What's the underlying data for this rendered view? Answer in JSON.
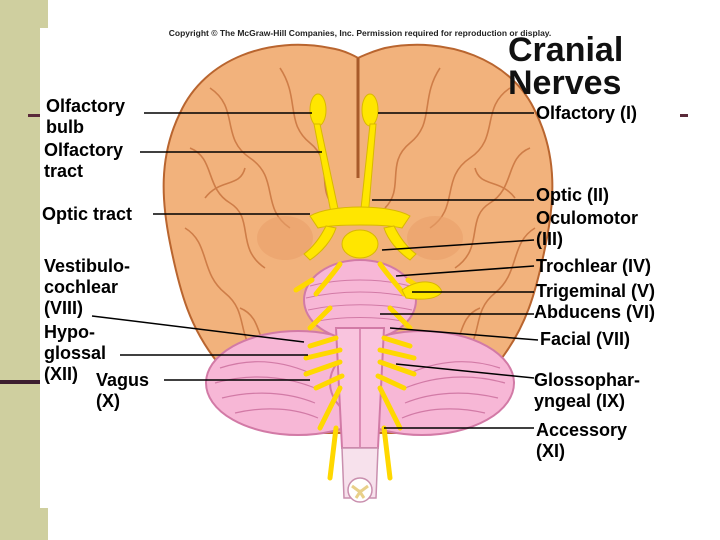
{
  "copyright": "Copyright © The McGraw-Hill Companies, Inc. Permission required for reproduction or display.",
  "title": "Cranial\nNerves",
  "labels": {
    "olfactory_bulb": "Olfactory\nbulb",
    "olfactory_tract": "Olfactory\ntract",
    "optic_tract": "Optic tract",
    "vestibulocochlear": "Vestibulo-\ncochlear\n(VIII)",
    "hypoglossal": "Hypo-\nglossal\n(XII)",
    "vagus": "Vagus\n(X)",
    "olfactory_i": "Olfactory (I)",
    "optic_ii": "Optic (II)",
    "oculomotor_iii": "Oculomotor\n(III)",
    "trochlear_iv": "Trochlear (IV)",
    "trigeminal_v": "Trigeminal (V)",
    "abducens_vi": "Abducens (VI)",
    "facial_vii": "Facial (VII)",
    "glossopharyngeal_ix": "Glossophar-\nyngeal (IX)",
    "accessory_xi": "Accessory\n(XI)"
  },
  "colors": {
    "brain": "#f2b27c",
    "brain_dark": "#c8743f",
    "nerve": "#ffe600",
    "brainstem": "#f7b7d6",
    "brainstem_dark": "#d27aa6",
    "side_bar": "#cfcf9f",
    "rule": "#4a2333"
  }
}
